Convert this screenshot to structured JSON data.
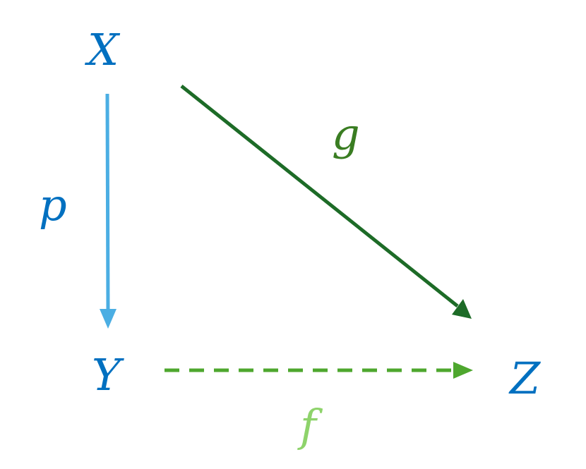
{
  "nodes": {
    "x": {
      "label": "X",
      "color": "#0070C0"
    },
    "y": {
      "label": "Y",
      "color": "#0070C0"
    },
    "z": {
      "label": "Z",
      "color": "#0070C0"
    }
  },
  "edges": {
    "p": {
      "label": "p",
      "label_color": "#0070C0",
      "line_color": "#4BAEE3",
      "from": "X",
      "to": "Y",
      "style": "solid"
    },
    "g": {
      "label": "g",
      "label_color": "#3A7D22",
      "line_color": "#1D6B27",
      "from": "X",
      "to": "Z",
      "style": "solid"
    },
    "f": {
      "label": "f",
      "label_color": "#8ED36B",
      "line_color": "#4EA72E",
      "from": "Y",
      "to": "Z",
      "style": "dashed"
    }
  }
}
